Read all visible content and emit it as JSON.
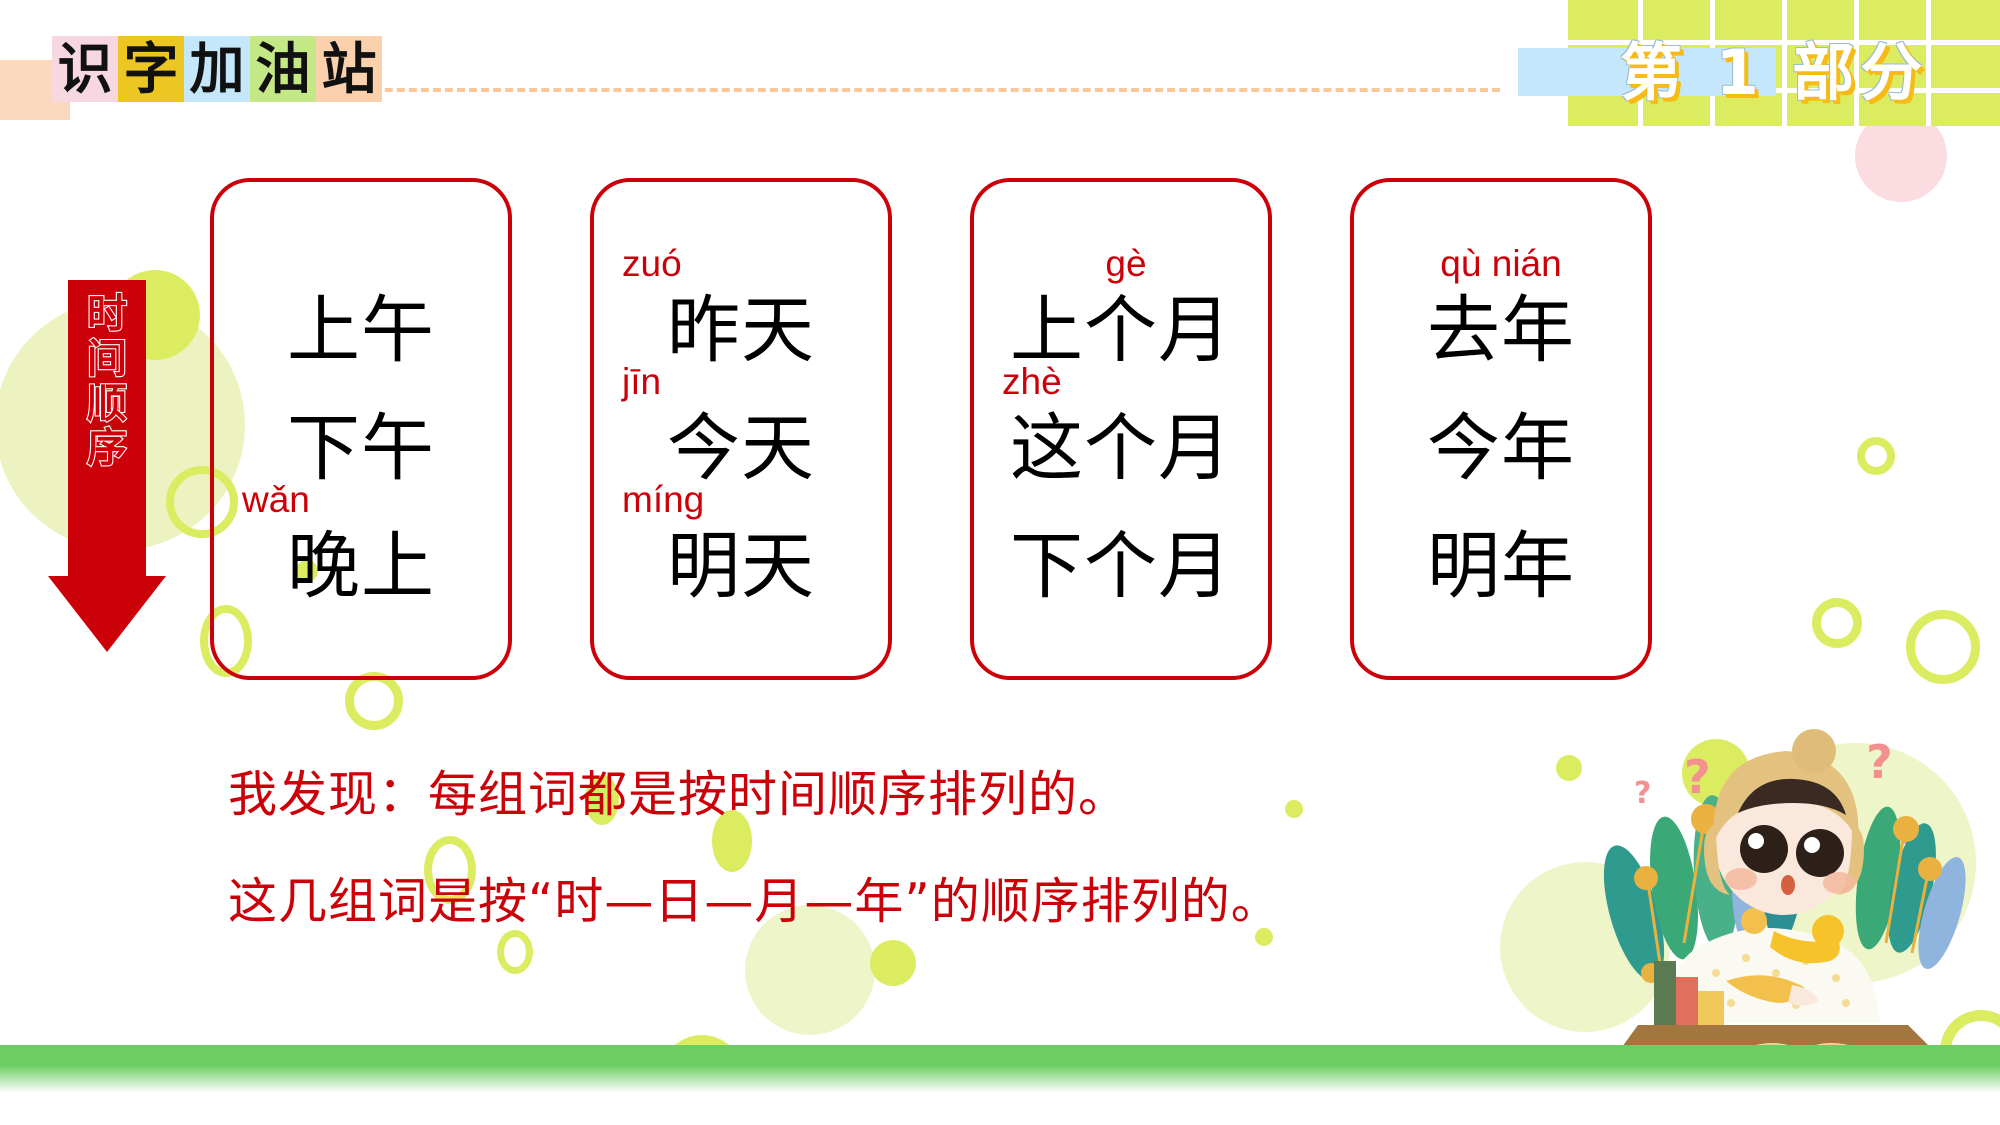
{
  "header": {
    "title_chars": [
      {
        "char": "识",
        "bg": "#f7d7e0"
      },
      {
        "char": "字",
        "bg": "#ecc621"
      },
      {
        "char": "加",
        "bg": "#c4e7fb"
      },
      {
        "char": "油",
        "bg": "#c5e887"
      },
      {
        "char": "站",
        "bg": "#fbd0ac"
      }
    ],
    "section_label": "第 1 部分"
  },
  "arrow": {
    "label_chars": [
      "时",
      "间",
      "顺",
      "序"
    ],
    "color": "#cc0008"
  },
  "cards": [
    {
      "rows": [
        {
          "pinyin": "",
          "pinyin_align": "center",
          "hanzi": "上午"
        },
        {
          "pinyin": "",
          "pinyin_align": "center",
          "hanzi": "下午"
        },
        {
          "pinyin": "wǎn",
          "pinyin_align": "left",
          "hanzi": "晚上"
        }
      ]
    },
    {
      "rows": [
        {
          "pinyin": "zuó",
          "pinyin_align": "left",
          "hanzi": "昨天"
        },
        {
          "pinyin": "jīn",
          "pinyin_align": "left",
          "hanzi": "今天"
        },
        {
          "pinyin": "míng",
          "pinyin_align": "left",
          "hanzi": "明天"
        }
      ]
    },
    {
      "rows": [
        {
          "pinyin": "gè",
          "pinyin_align": "mid",
          "hanzi": "上个月"
        },
        {
          "pinyin": "zhè",
          "pinyin_align": "left",
          "hanzi": "这个月"
        },
        {
          "pinyin": "",
          "pinyin_align": "center",
          "hanzi": "下个月"
        }
      ]
    },
    {
      "rows": [
        {
          "pinyin": "qù nián",
          "pinyin_align": "center",
          "hanzi": "去年"
        },
        {
          "pinyin": "",
          "pinyin_align": "center",
          "hanzi": "今年"
        },
        {
          "pinyin": "",
          "pinyin_align": "center",
          "hanzi": "明年"
        }
      ]
    }
  ],
  "findings": [
    "我发现：每组词都是按时间顺序排列的。",
    "这几组词是按“时—日—月—年”的顺序排列的。"
  ],
  "colors": {
    "red": "#cc0008",
    "yellow_green": "#dcec60",
    "pale_green": "#ecf3c0",
    "green_bar": "#6ccd62",
    "light_blue": "#c4e7fb",
    "pink": "#fbdce1",
    "peach": "#fbd9bf"
  },
  "decorations": {
    "illustration": "child-reading-book-illustration"
  }
}
